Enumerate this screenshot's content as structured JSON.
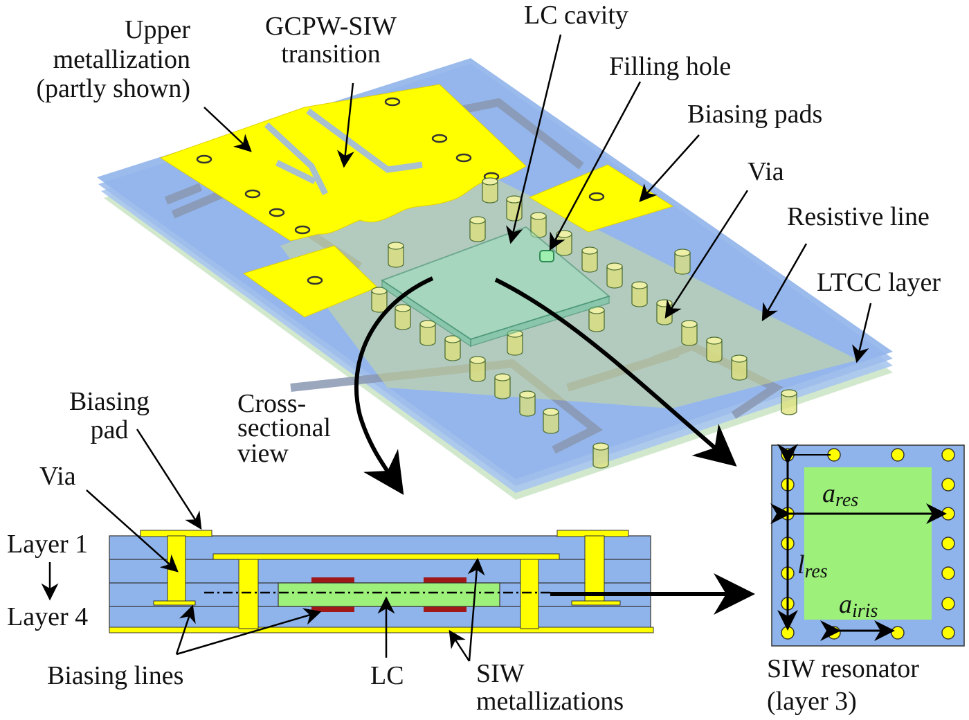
{
  "labels": {
    "upper_metallization": [
      "Upper",
      "metallization",
      "(partly shown)"
    ],
    "gcpw_siw": [
      "GCPW-SIW",
      "transition"
    ],
    "lc_cavity": "LC cavity",
    "filling_hole": "Filling hole",
    "biasing_pads": "Biasing pads",
    "via_top": "Via",
    "resistive_line": "Resistive line",
    "ltcc_layer": "LTCC layer",
    "biasing_pad": [
      "Biasing",
      "pad"
    ],
    "cross_sectional": [
      "Cross-",
      "sectional",
      "view"
    ],
    "via_left": "Via",
    "layer1": "Layer 1",
    "layer4": "Layer 4",
    "biasing_lines": "Biasing lines",
    "lc": "LC",
    "siw_metallizations": [
      "SIW",
      "metallizations"
    ],
    "siw_resonator": [
      "SIW resonator",
      "(layer 3)"
    ],
    "a_res": {
      "main": "a",
      "sub": "res"
    },
    "l_res": {
      "main": "l",
      "sub": "res"
    },
    "a_iris": {
      "main": "a",
      "sub": "iris"
    }
  },
  "colors": {
    "substrate": "#8fb4ec",
    "metal": "#ffff00",
    "lc": "#9df07a",
    "electrode": "#a01818",
    "via_fill": "#dfe27a"
  }
}
